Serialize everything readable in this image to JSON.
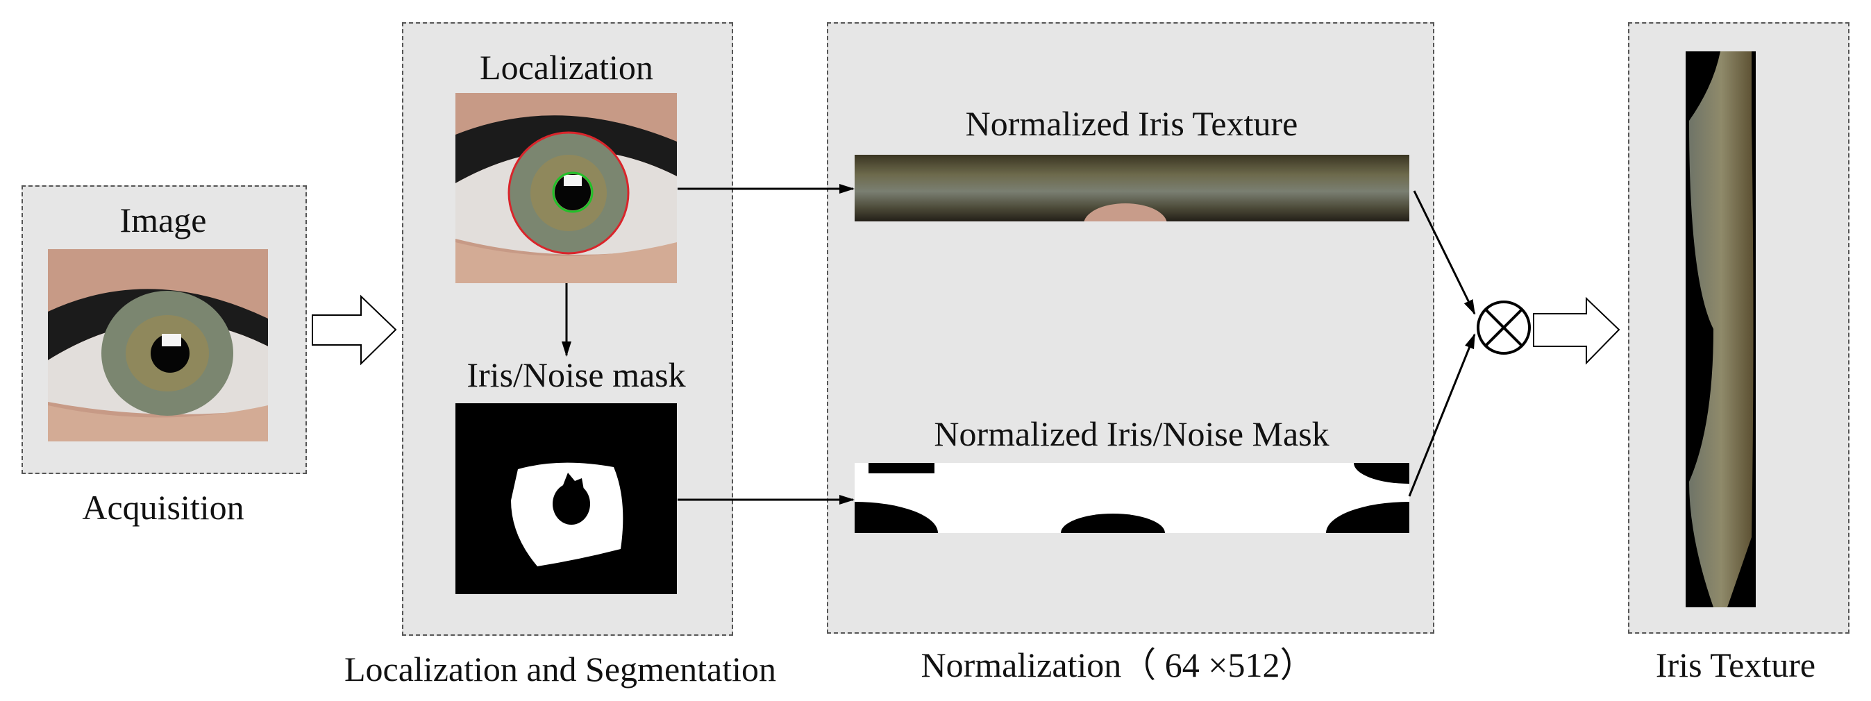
{
  "stages": {
    "acquisition": {
      "inner_label": "Image",
      "caption": "Acquisition"
    },
    "segmentation": {
      "localization_label": "Localization",
      "mask_label": "Iris/Noise mask",
      "caption": "Localization and Segmentation"
    },
    "normalization": {
      "texture_label": "Normalized Iris Texture",
      "mask_label": "Normalized Iris/Noise Mask",
      "caption": "Normalization（ 64 ×512）"
    },
    "output": {
      "caption": "Iris Texture"
    }
  },
  "operator_symbol": "⊗",
  "colors": {
    "panel": "#e6e6e6",
    "outer_boundary": "#d9252b",
    "inner_boundary": "#22c02a"
  }
}
